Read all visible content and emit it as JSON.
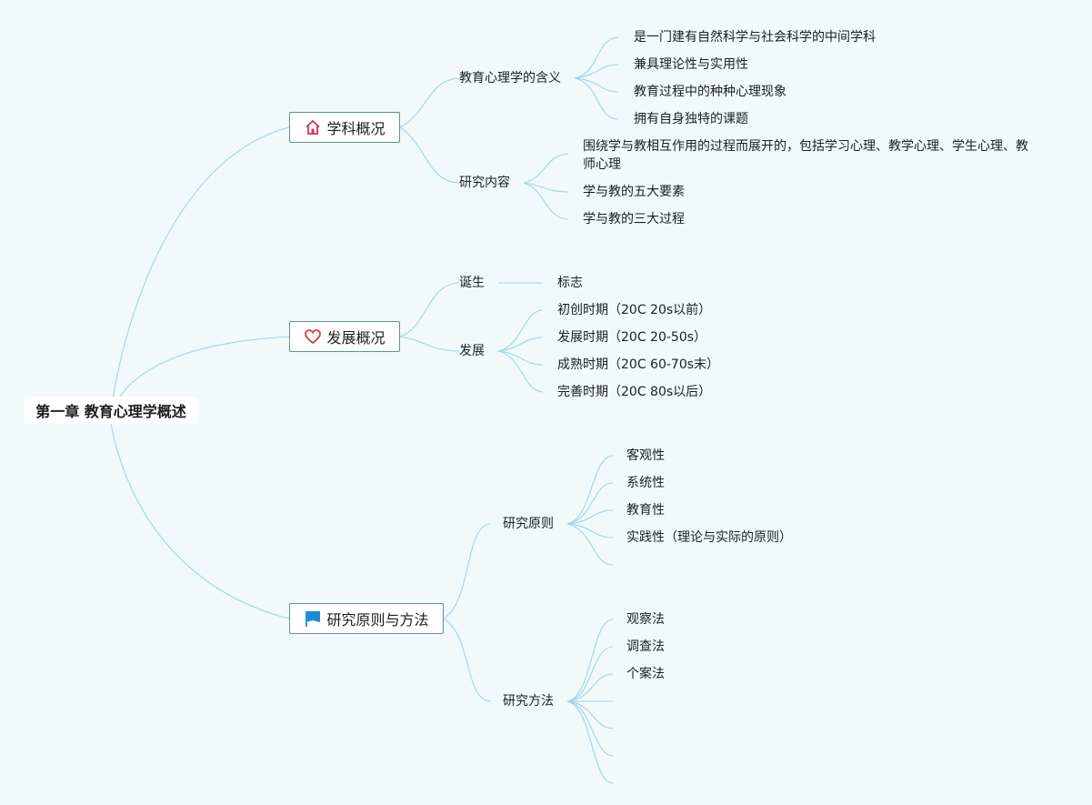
{
  "root": {
    "label": "第一章 教育心理学概述"
  },
  "branches": [
    {
      "label": "学科概况",
      "icon": "house-icon",
      "children": [
        {
          "label": "教育心理学的含义",
          "children": [
            "是一门建有自然科学与社会科学的中间学科",
            "兼具理论性与实用性",
            "教育过程中的种种心理现象",
            "拥有自身独特的课题"
          ]
        },
        {
          "label": "研究内容",
          "children": [
            "围绕学与教相互作用的过程而展开的，包括学习心理、教学心理、学生心理、教师心理",
            "学与教的五大要素",
            "学与教的三大过程"
          ]
        }
      ]
    },
    {
      "label": "发展概况",
      "icon": "heart-icon",
      "children": [
        {
          "label": "诞生",
          "children": [
            "标志"
          ]
        },
        {
          "label": "发展",
          "children": [
            "初创时期（20C 20s以前）",
            "发展时期（20C 20-50s）",
            "成熟时期（20C 60-70s末）",
            "完善时期（20C 80s以后）"
          ]
        }
      ]
    },
    {
      "label": "研究原则与方法",
      "icon": "flag-icon",
      "children": [
        {
          "label": "研究原则",
          "children": [
            "客观性",
            "系统性",
            "教育性",
            "实践性（理论与实际的原则）",
            ""
          ]
        },
        {
          "label": "研究方法",
          "children": [
            "观察法",
            "调查法",
            "个案法",
            "",
            "",
            "",
            ""
          ]
        }
      ]
    }
  ],
  "colors": {
    "background": "#f1f9fb",
    "connector": "#9ed4ea",
    "house_icon": "#d5315a",
    "heart_icon": "#d2403f",
    "flag_icon": "#1e8ad6"
  }
}
